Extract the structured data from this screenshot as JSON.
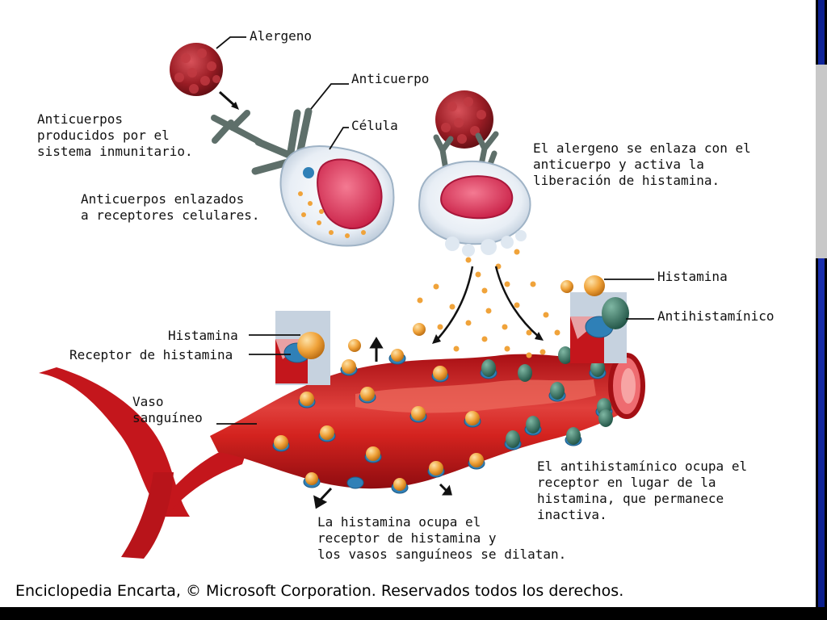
{
  "labels": {
    "alergeno": "Alergeno",
    "anticuerpo": "Anticuerpo",
    "celula": "Célula",
    "anticuerpos_producidos": "Anticuerpos\nproducidos por el\nsistema inmunitario.",
    "anticuerpos_enlazados": "Anticuerpos enlazados\na receptores celulares.",
    "alergeno_enlaza": "El alergeno se enlaza con el\nanticuerpo y activa la\nliberación de histamina.",
    "histamina_right": "Histamina",
    "antihistaminico": "Antihistamínico",
    "histamina_left": "Histamina",
    "receptor_histamina": "Receptor de histamina",
    "vaso_sanguineo": "Vaso\nsanguíneo",
    "antihistaminico_ocupa": "El antihistamínico ocupa el\nreceptor en lugar de la\nhistamina, que permanece\ninactiva.",
    "histamina_ocupa": "La histamina ocupa el\nreceptor de histamina y\nlos vasos sanguíneos se dilatan."
  },
  "credit": "Enciclopedia Encarta, © Microsoft Corporation. Reservados todos los derechos.",
  "colors": {
    "allergen": "#8e1b22",
    "vessel": "#c4161c",
    "vessel_dark": "#8f0c10",
    "histamine": "#f0a33a",
    "receptor": "#2f80b7",
    "antihistamine": "#2f6b58",
    "antibody": "#5e6f6a",
    "nucleus": "#e0405e",
    "cell": "#dfe8f1"
  }
}
